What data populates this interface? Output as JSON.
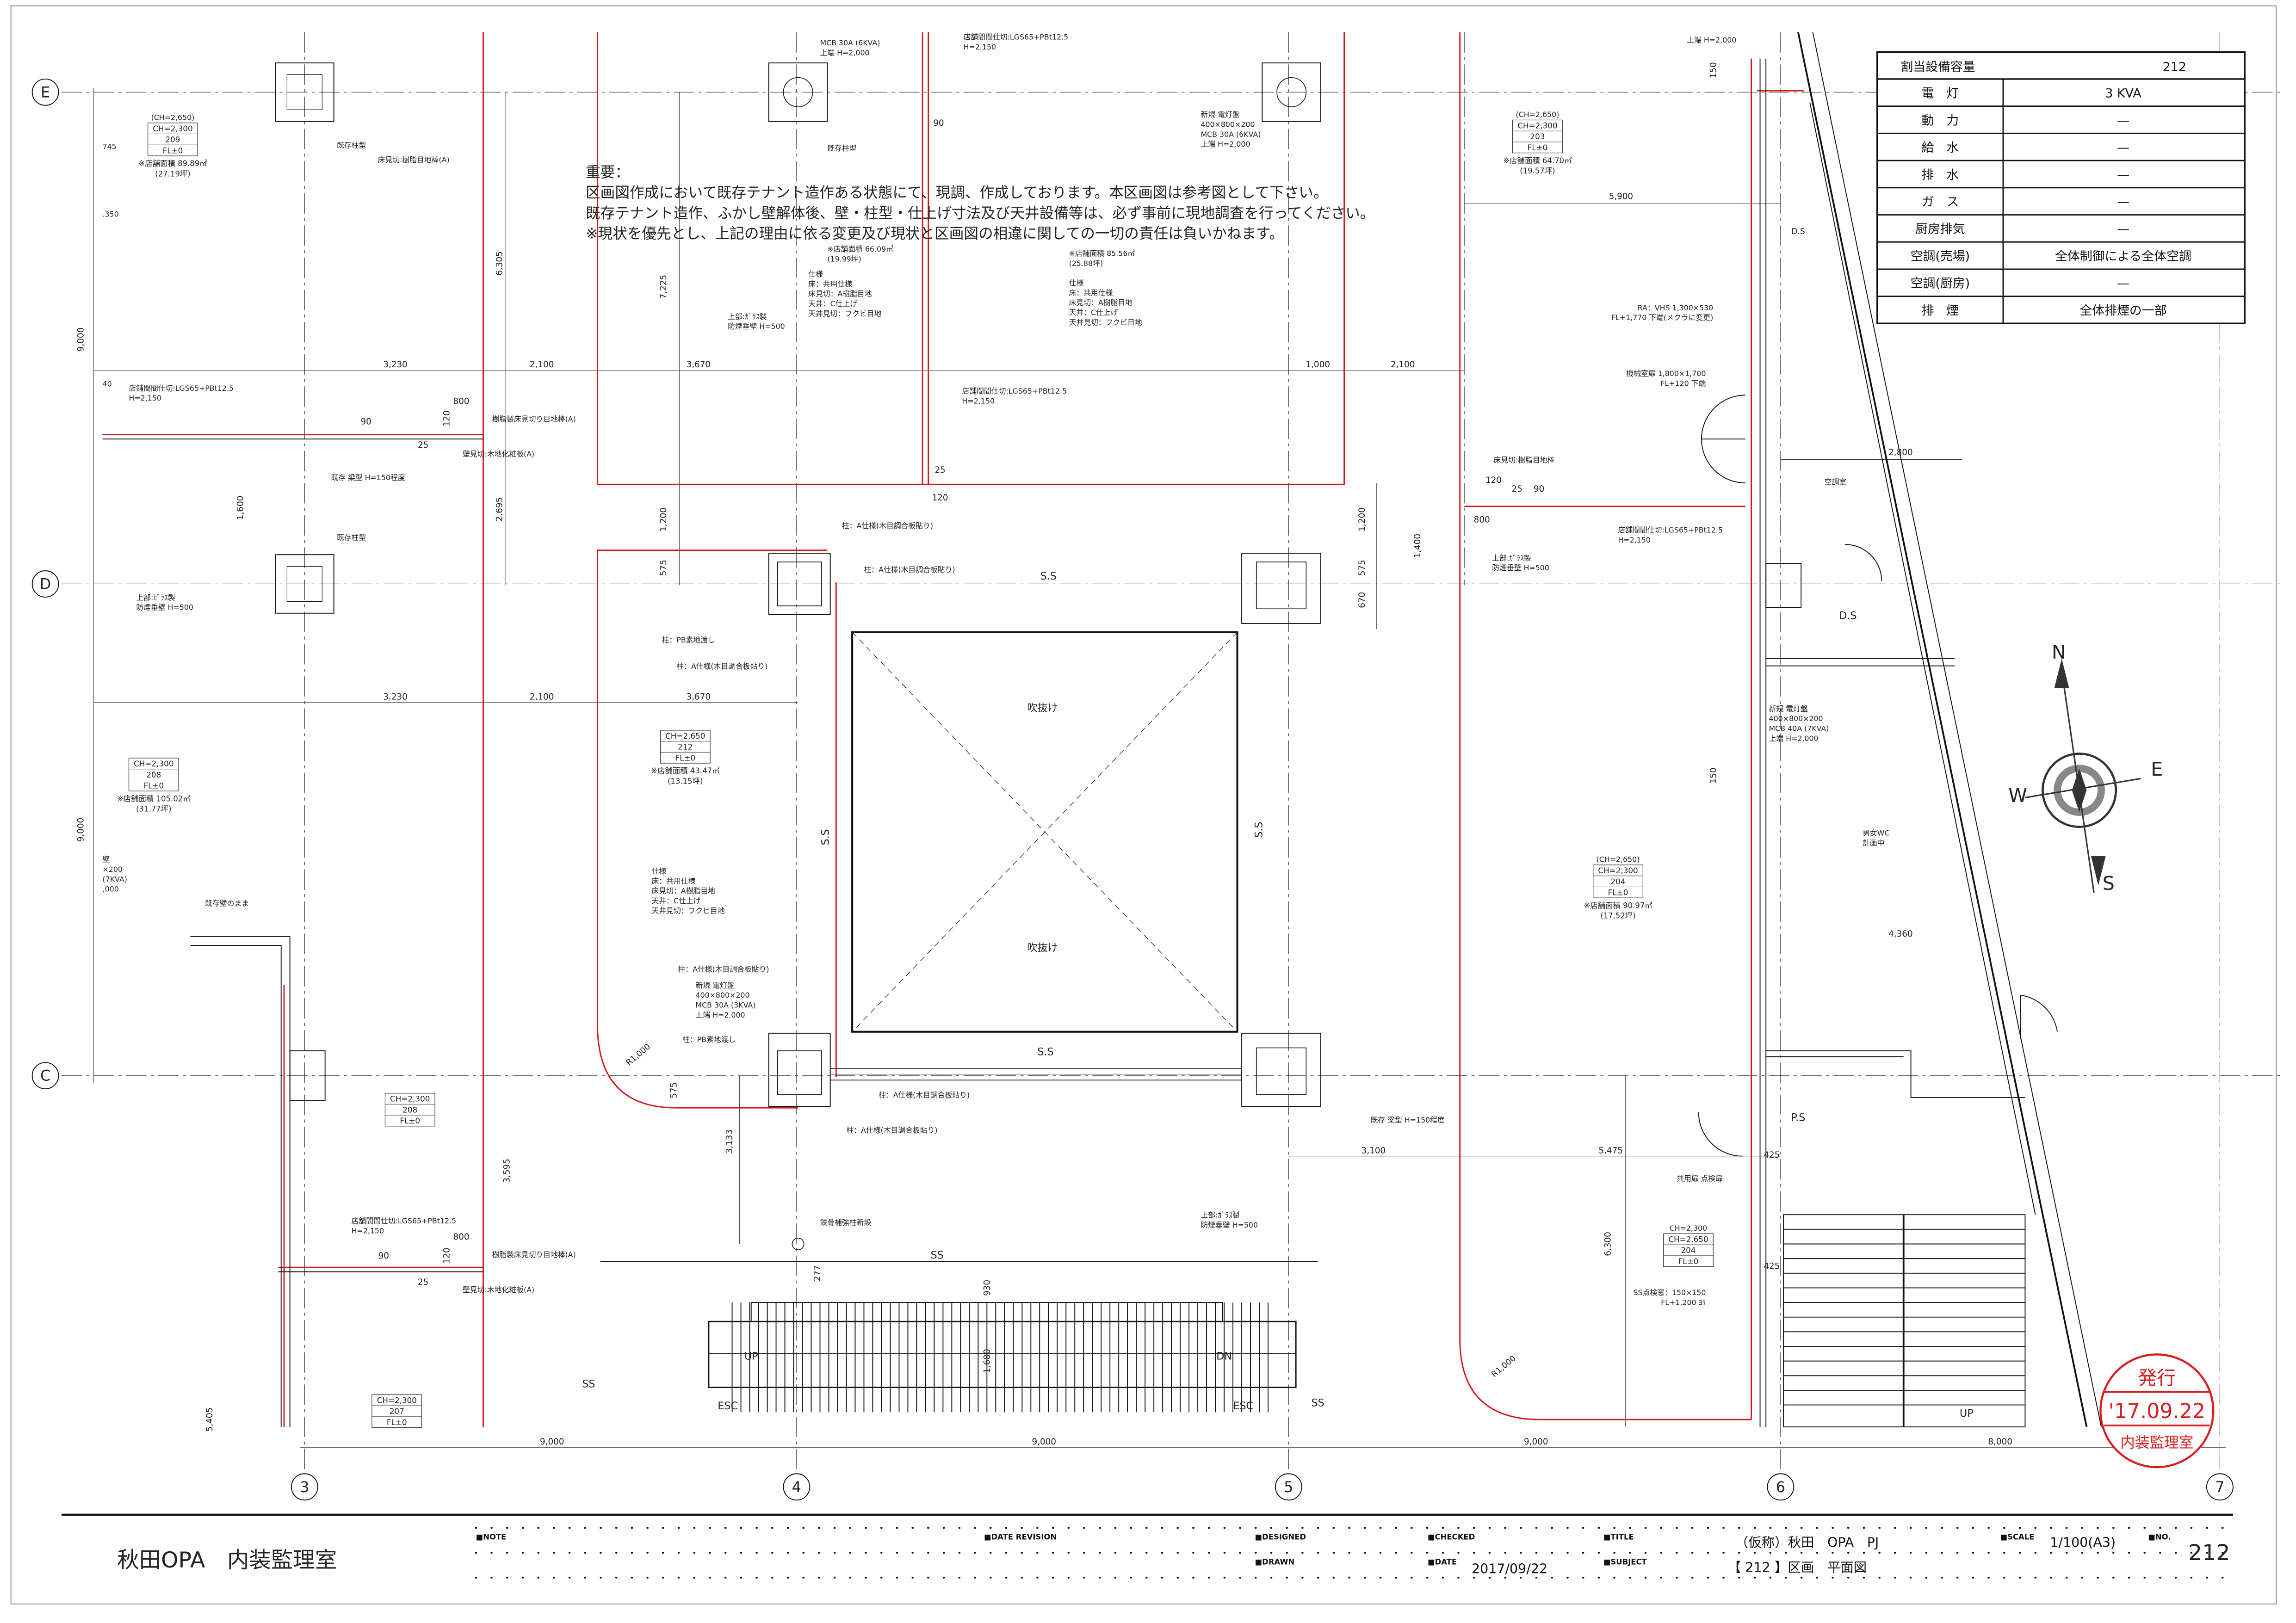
{
  "notice": {
    "heading": "重要：",
    "lines": [
      "区画図作成において既存テナント造作ある状態にて、現調、作成しております。本区画図は参考図として下さい。",
      "既存テナント造作、ふかし壁解体後、壁・柱型・仕上げ寸法及び天井設備等は、必ず事前に現地調査を行ってください。",
      "※現状を優先とし、上記の理由に依る変更及び現状と区画図の相違に関しての一切の責任は負いかねます。"
    ]
  },
  "capacity_table": {
    "title": "割当設備容量",
    "unit_no": "212",
    "rows": [
      {
        "item": "電　灯",
        "value": "3 KVA"
      },
      {
        "item": "動　力",
        "value": "—"
      },
      {
        "item": "給　水",
        "value": "—"
      },
      {
        "item": "排　水",
        "value": "—"
      },
      {
        "item": "ガ　ス",
        "value": "—"
      },
      {
        "item": "厨房排気",
        "value": "—"
      },
      {
        "item": "空調(売場)",
        "value": "全体制御による全体空調"
      },
      {
        "item": "空調(厨房)",
        "value": "—"
      },
      {
        "item": "排　煙",
        "value": "全体排煙の一部"
      }
    ]
  },
  "grid": {
    "rows": [
      "E",
      "D",
      "C"
    ],
    "cols": [
      "3",
      "4",
      "5",
      "6",
      "7"
    ]
  },
  "rooms": [
    {
      "above": "(CH=2,650)",
      "rows": [
        "CH=2,300",
        "209",
        "FL±0"
      ],
      "area": [
        "※店舗面積 89.89㎡",
        "(27.19坪)"
      ]
    },
    {
      "above": "",
      "rows": [
        "CH=2,650",
        "212",
        "FL±0"
      ],
      "area": [
        "※店舗面積 43.47㎡",
        "(13.15坪)"
      ]
    },
    {
      "above": "",
      "rows": [
        "CH=2,300",
        "208",
        "FL±0"
      ],
      "area": [
        "※店舗面積 105.02㎡",
        "(31.77坪)"
      ]
    },
    {
      "above": "",
      "rows": [
        "CH=2,300",
        "208",
        "FL±0"
      ],
      "area": []
    },
    {
      "above": "",
      "rows": [
        "CH=2,300",
        "207",
        "FL±0"
      ],
      "area": []
    },
    {
      "above": "(CH=2,650)",
      "rows": [
        "CH=2,300",
        "203",
        "FL±0"
      ],
      "area": [
        "※店舗面積 64.70㎡",
        "(19.57坪)"
      ]
    },
    {
      "above": "(CH=2,650)",
      "rows": [
        "CH=2,300",
        "204",
        "FL±0"
      ],
      "area": [
        "※店舗面積 90.97㎡",
        "(17.52坪)"
      ]
    },
    {
      "above": "CH=2,300",
      "rows": [
        "CH=2,650",
        "204",
        "FL±0"
      ],
      "area": []
    }
  ],
  "notes": [
    [
      "MCB 30A (6KVA)",
      "上端 H=2,000"
    ],
    [
      "店舗間間仕切:LGS65+PBt12.5",
      "H=2,150"
    ],
    [
      "既存柱型"
    ],
    [
      "既存柱型"
    ],
    [
      "床見切:樹脂目地棒(A)"
    ],
    [
      "新規 電灯盤",
      "400×800×200",
      "MCB 30A (6KVA)",
      "上端 H=2,000"
    ],
    [
      "※店舗面積 66.09㎡",
      "(19.99坪)"
    ],
    [
      "※店舗面積 85.56㎡",
      "(25.88坪)"
    ],
    [
      "仕様",
      "床：共用仕様",
      "床見切：A樹脂目地",
      "天井：C仕上げ",
      "天井見切：フクビ目地"
    ],
    [
      "仕様",
      "床：共用仕様",
      "床見切：A樹脂目地",
      "天井：C仕上げ",
      "天井見切：フクビ目地"
    ],
    [
      "仕様",
      "床：共用仕様",
      "床見切：A樹脂目地",
      "天井：C仕上げ",
      "天井見切：フクビ目地"
    ],
    [
      "上部:ｶﾞﾗｽ製",
      "防煙垂壁 H=500"
    ],
    [
      "店舗間間仕切:LGS65+PBt12.5",
      "H=2,150"
    ],
    [
      "店舗間間仕切:LGS65+PBt12.5",
      "H=2,150"
    ],
    [
      "樹脂製床見切り目地棒(A)"
    ],
    [
      "壁見切:木地化粧板(A)"
    ],
    [
      "既存 梁型 H=150程度"
    ],
    [
      "既存柱型"
    ],
    [
      "上部:ｶﾞﾗｽ製",
      "防煙垂壁 H=500"
    ],
    [
      "柱：A仕様(木目調合板貼り)"
    ],
    [
      "柱：A仕様(木目調合板貼り)"
    ],
    [
      "柱：PB素地渡し"
    ],
    [
      "柱：A仕様(木目調合板貼り)"
    ],
    [
      "既存壁のまま"
    ],
    [
      "柱：A仕様(木目調合板貼り)"
    ],
    [
      "新規 電灯盤",
      "400×800×200",
      "MCB 30A (3KVA)",
      "上端 H=2,000"
    ],
    [
      "柱：PB素地渡し"
    ],
    [
      "柱：A仕様(木目調合板貼り)"
    ],
    [
      "柱：A仕様(木目調合板貼り)"
    ],
    [
      "既存 梁型 H=150程度"
    ],
    [
      "店舗間間仕切:LGS65+PBt12.5",
      "H=2,150"
    ],
    [
      "樹脂製床見切り目地棒(A)"
    ],
    [
      "壁見切:木地化粧板(A)"
    ],
    [
      "鉄骨補強柱新設"
    ],
    [
      "上部:ｶﾞﾗｽ製",
      "防煙垂壁 H=500"
    ],
    [
      "上端 H=2,000"
    ],
    [
      "RA：VHS 1,300×530",
      "FL+1,770 下端(メクラに変更)"
    ],
    [
      "機械室扉 1,800×1,700",
      "FL+120 下端"
    ],
    [
      "床見切:樹脂目地棒"
    ],
    [
      "店舗間間仕切:LGS65+PBt12.5",
      "H=2,150"
    ],
    [
      "上部:ｶﾞﾗｽ製",
      "防煙垂壁 H=500"
    ],
    [
      "新規 電灯盤",
      "400×800×200",
      "MCB 40A (7KVA)",
      "上端 H=2,000"
    ],
    [
      "共用扉 点検扉"
    ],
    [
      "SS点検窓：150×150",
      "FL+1,200 ﾖﾘ"
    ],
    [
      "空調室"
    ],
    [
      "男女WC",
      "計画中"
    ],
    [
      "壁",
      "×200",
      "(7KVA)",
      ",000"
    ],
    [
      "745"
    ],
    [
      ".350"
    ],
    [
      "40"
    ]
  ],
  "labels": [
    "S.S",
    "S.S",
    "SS",
    "吹抜け",
    "吹抜け",
    "UP",
    "DN",
    "ESC",
    "ESC",
    "SS",
    "SS",
    "D.S",
    "D.S",
    "P.S",
    "UP",
    "R1,000",
    "R1,000",
    "S.S",
    "S.S"
  ],
  "dimensions": {
    "h": [
      "3,230",
      "2,100",
      "3,670",
      "1,000",
      "2,100",
      "3,230",
      "2,100",
      "3,670",
      "5,900",
      "2,800",
      "4,360",
      "3,100",
      "5,475",
      "9,000",
      "9,000",
      "9,000",
      "8,000",
      "800",
      "90",
      "25",
      "800",
      "90",
      "25",
      "120",
      "25",
      "90",
      "25",
      "90",
      "120",
      "800",
      "425",
      "425"
    ],
    "v": [
      "9,000",
      "9,000",
      "6,305",
      "7,225",
      "2,695",
      "1,600",
      "1,200",
      "575",
      "1,200",
      "575",
      "670",
      "1,400",
      "3,133",
      "3,595",
      "6,300",
      "1,680",
      "930",
      "277",
      "5,405",
      "575",
      "120",
      "120",
      "150",
      "150"
    ]
  },
  "compass": {
    "n": "N",
    "s": "S",
    "e": "E",
    "w": "W"
  },
  "stamp": {
    "top": "発行",
    "date": "'17.09.22",
    "bottom": "内装監理室",
    "color": "#d81e1e"
  },
  "title_block": {
    "company": "秋田OPA　内装監理室",
    "note_label": "■NOTE",
    "date_revision_label": "■DATE REVISION",
    "designed_label": "■DESIGNED",
    "drawn_label": "■DRAWN",
    "checked_label": "■CHECKED",
    "date_label": "■DATE",
    "date_value": "2017/09/22",
    "title_label": "■TITLE",
    "title_value": "（仮称）秋田　OPA　PJ",
    "subject_label": "■SUBJECT",
    "subject_value": "【 212 】区画　平面図",
    "scale_label": "■SCALE",
    "scale_value": "1/100(A3)",
    "no_label": "■NO.",
    "no_value": "212"
  },
  "colors": {
    "wall_red": "#d0191b",
    "line": "#111111"
  }
}
